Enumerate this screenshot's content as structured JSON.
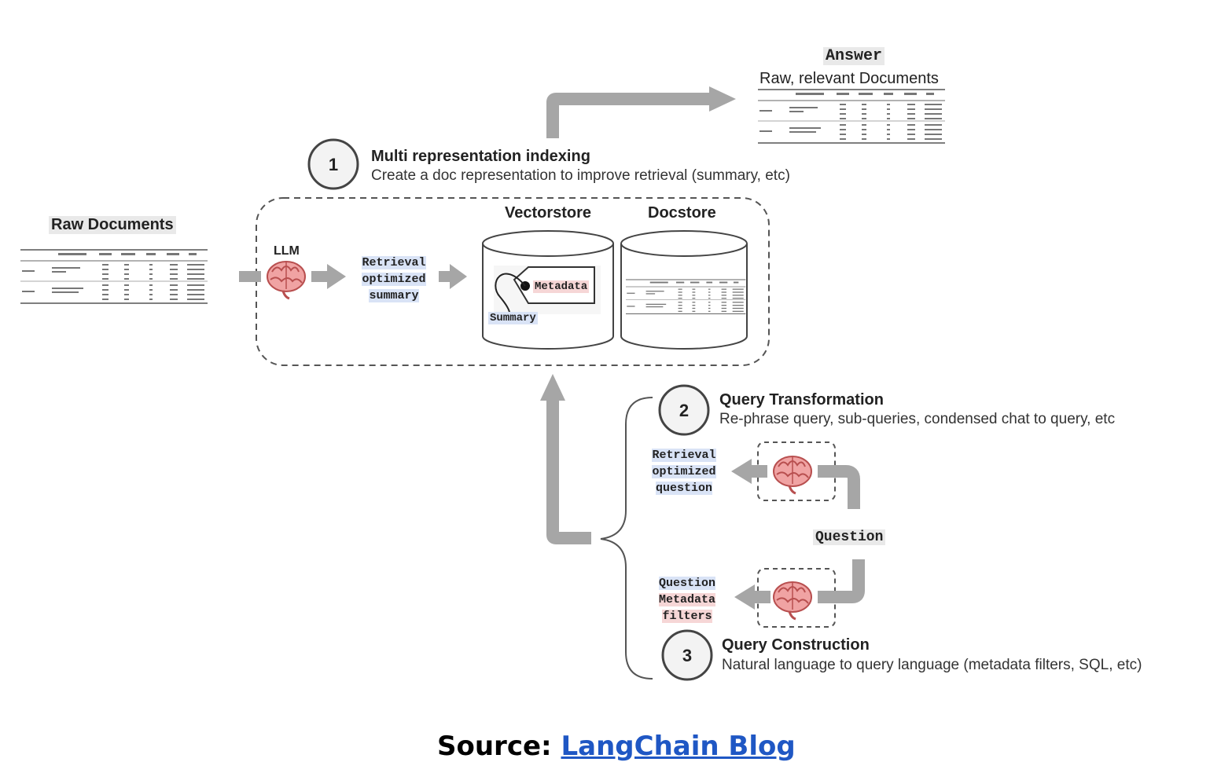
{
  "answer": {
    "title": "Answer",
    "subtitle": "Raw, relevant Documents"
  },
  "raw_documents": {
    "title": "Raw Documents"
  },
  "step1": {
    "number": "1",
    "title": "Multi representation indexing",
    "description": "Create a doc representation to improve retrieval (summary, etc)"
  },
  "step2": {
    "number": "2",
    "title": "Query Transformation",
    "description": "Re-phrase query, sub-queries, condensed chat to query, etc"
  },
  "step3": {
    "number": "3",
    "title": "Query Construction",
    "description": "Natural language to query language (metadata filters, SQL, etc)"
  },
  "indexing": {
    "llm_label": "LLM",
    "summary_label": [
      "Retrieval",
      "optimized",
      "summary"
    ],
    "vectorstore_label": "Vectorstore",
    "docstore_label": "Docstore",
    "metadata_tag": "Metadata",
    "summary_tag": "Summary"
  },
  "query": {
    "question_label": "Question",
    "transformed_label": [
      "Retrieval",
      "optimized",
      "question"
    ],
    "constructed_label": [
      "Question",
      "Metadata",
      "filters"
    ]
  },
  "footer": {
    "prefix": "Source: ",
    "link_text": "LangChain Blog"
  },
  "colors": {
    "arrow": "#a6a6a6",
    "dashed_border": "#555555",
    "highlight_blue": "#d9e3f6",
    "highlight_pink": "#f6d6d6",
    "link": "#1f57c4",
    "brain": "#e58e8e"
  }
}
